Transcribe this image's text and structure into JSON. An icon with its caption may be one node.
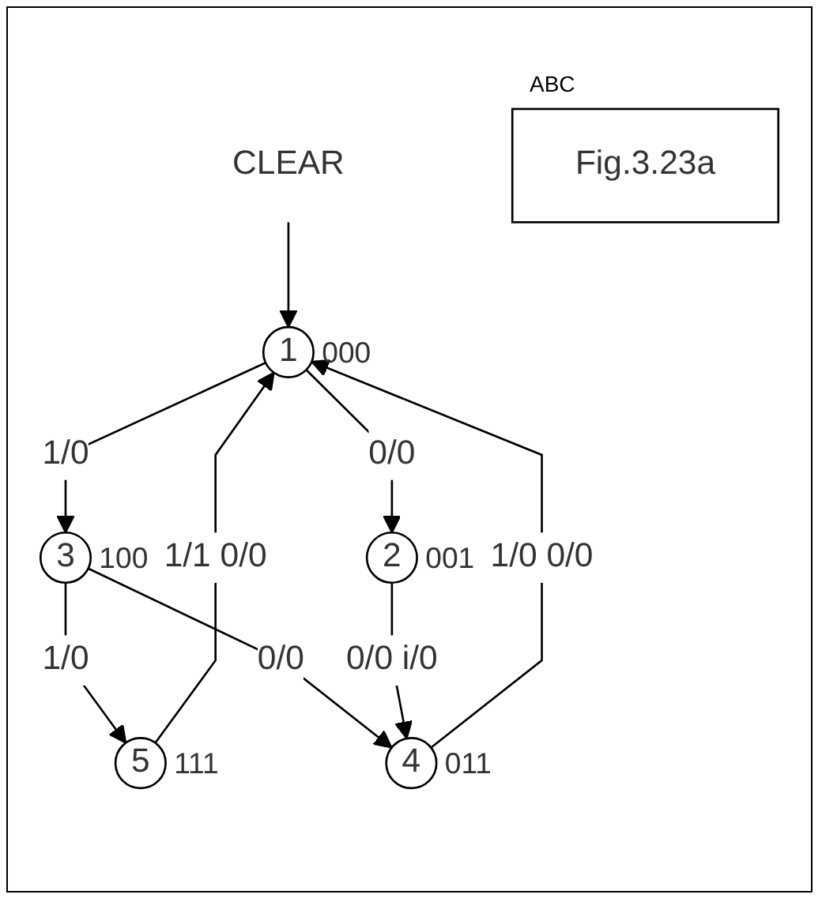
{
  "diagram": {
    "nodes": [
      {
        "text": [
          "CLEAR"
        ]
      },
      {
        "text": [
          "1"
        ],
        "beside": [
          "000"
        ]
      },
      {
        "text": [
          "3"
        ],
        "beside": [
          "100"
        ]
      },
      {
        "text": [
          "2"
        ],
        "beside": [
          "001"
        ]
      },
      {
        "text": [
          "5"
        ],
        "beside": [
          "111"
        ]
      },
      {
        "text": [
          "4"
        ],
        "beside": [
          "011"
        ]
      },
      {
        "text": [
          "Fig.3.23a"
        ]
      }
    ],
    "edges": [
      {
        "from": 0,
        "to": 1,
        "arrow": "to"
      },
      {
        "from": 1,
        "to": 2,
        "label": "1/0",
        "arrow": "to"
      },
      {
        "from": 1,
        "to": 3,
        "label": "0/0",
        "arrow": "to"
      },
      {
        "from": 4,
        "to": 1,
        "label": "1/1 0/0",
        "arrow": "to"
      },
      {
        "from": 5,
        "to": 1,
        "label": "1/0 0/0",
        "arrow": "to"
      },
      {
        "from": 2,
        "to": 4,
        "label": "1/0",
        "arrow": "to"
      },
      {
        "from": 2,
        "to": 5,
        "label": "0/0",
        "arrow": "to"
      },
      {
        "from": 3,
        "to": 5,
        "label": "0/0 i/0",
        "arrow": "to"
      }
    ],
    "labels": [
      "ABC"
    ]
  }
}
